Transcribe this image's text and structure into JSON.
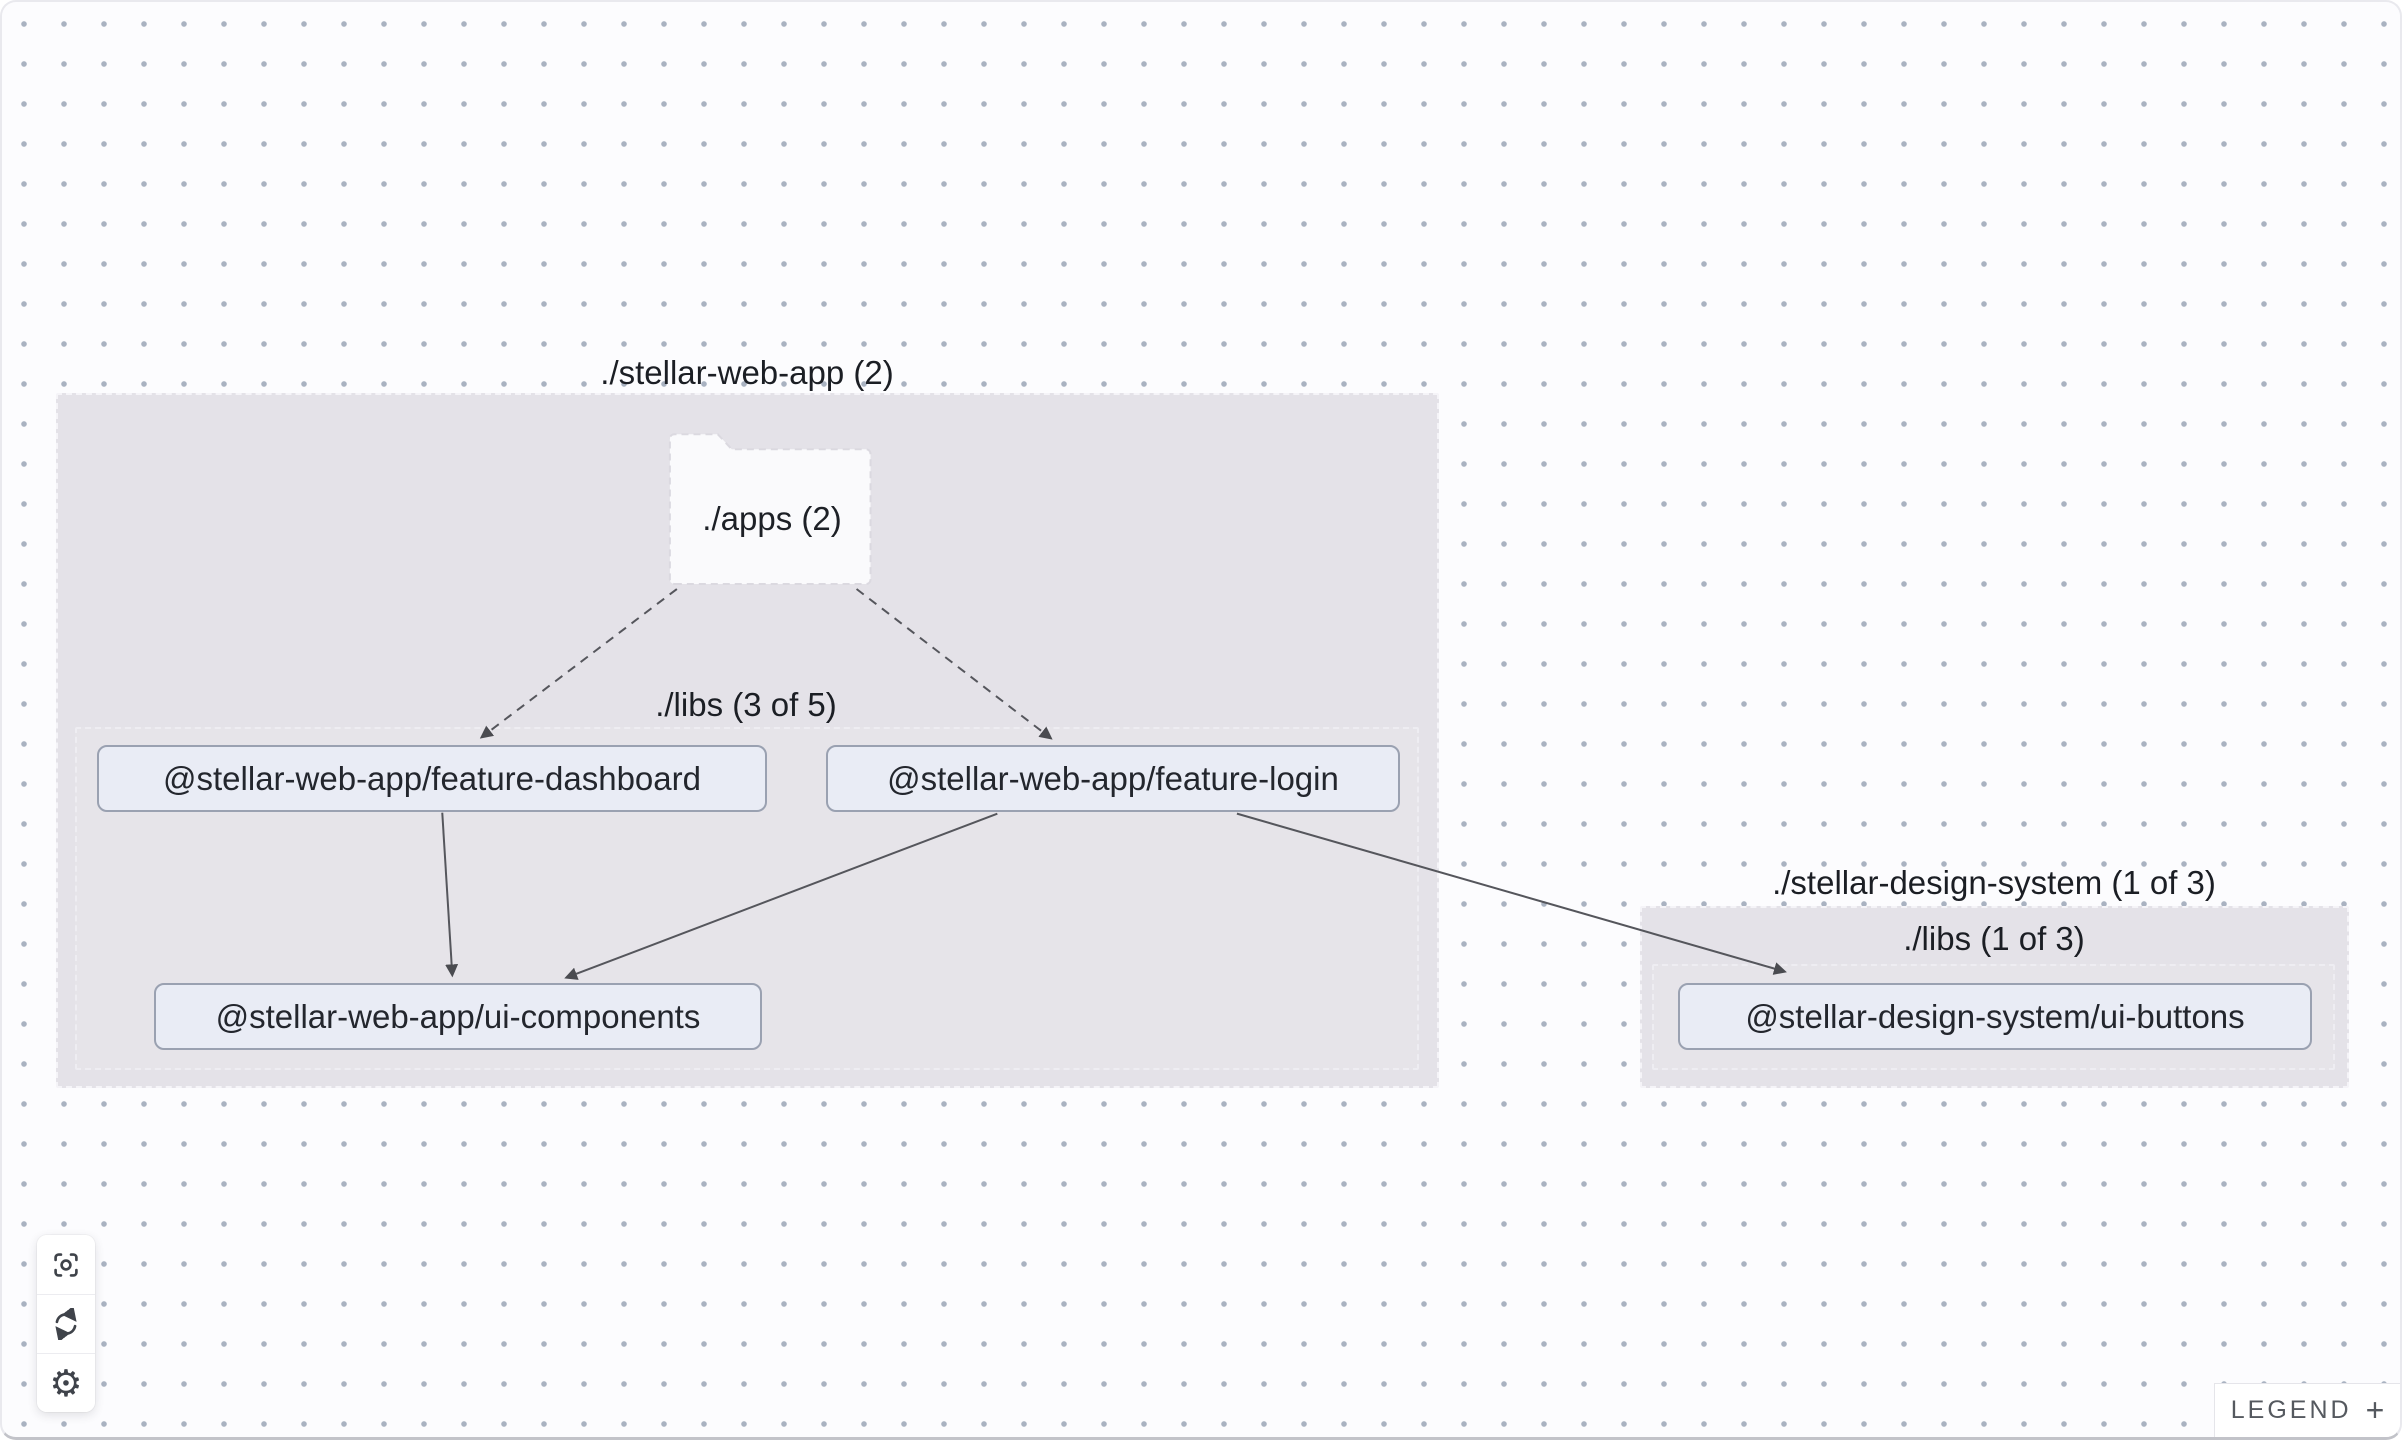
{
  "view": {
    "type": "project-dependency-graph",
    "background_color": "#fcfcfe",
    "grid_dot_color": "#a9b2c1"
  },
  "graph": {
    "groups": [
      {
        "id": "stellar-web-app",
        "title": "./stellar-web-app (2)",
        "folder": {
          "id": "apps",
          "label": "./apps (2)"
        },
        "subgroup": {
          "id": "libs",
          "label": "./libs (3 of 5)"
        }
      },
      {
        "id": "stellar-design-system",
        "title": "./stellar-design-system (1 of 3)",
        "subgroup": {
          "id": "libs",
          "label": "./libs (1 of 3)"
        }
      }
    ],
    "nodes": [
      {
        "id": "feature-dashboard",
        "label": "@stellar-web-app/feature-dashboard"
      },
      {
        "id": "feature-login",
        "label": "@stellar-web-app/feature-login"
      },
      {
        "id": "ui-components",
        "label": "@stellar-web-app/ui-components"
      },
      {
        "id": "ui-buttons",
        "label": "@stellar-design-system/ui-buttons"
      }
    ],
    "edges": [
      {
        "source": "./apps",
        "target": "@stellar-web-app/feature-dashboard",
        "style": "dashed"
      },
      {
        "source": "./apps",
        "target": "@stellar-web-app/feature-login",
        "style": "dashed"
      },
      {
        "source": "@stellar-web-app/feature-dashboard",
        "target": "@stellar-web-app/ui-components",
        "style": "solid"
      },
      {
        "source": "@stellar-web-app/feature-login",
        "target": "@stellar-web-app/ui-components",
        "style": "solid"
      },
      {
        "source": "@stellar-web-app/feature-login",
        "target": "@stellar-design-system/ui-buttons",
        "style": "solid"
      }
    ]
  },
  "controls": {
    "buttons": [
      {
        "icon": "focus-icon"
      },
      {
        "icon": "refresh-icon"
      },
      {
        "icon": "gear-icon"
      }
    ]
  },
  "legend": {
    "label": "LEGEND",
    "expand_symbol": "+"
  },
  "colors": {
    "group_fill": "#e4e2e8",
    "node_fill": "#e9ecf5",
    "node_border": "#9aa1b1",
    "edge": "#55565c",
    "text": "#1d2026"
  }
}
